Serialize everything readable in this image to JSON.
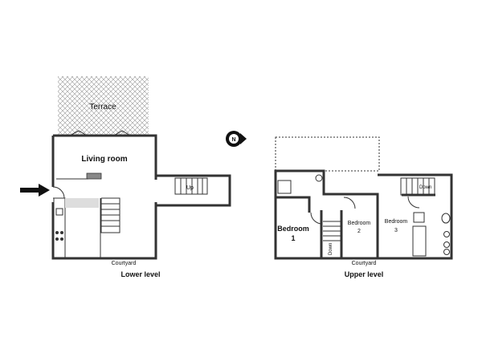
{
  "lower": {
    "terrace": "Terrace",
    "living_room": "Living room",
    "stairs_up": "Up",
    "courtyard": "Courtyard",
    "level_label": "Lower level"
  },
  "compass": {
    "letter": "N"
  },
  "upper": {
    "bedroom1": [
      "Bedroom",
      "1"
    ],
    "bedroom2": [
      "Bedroom",
      "2"
    ],
    "bedroom3": [
      "Bedroom",
      "3"
    ],
    "stairs_down_left": "Down",
    "stairs_down_right": "Down",
    "courtyard": "Courtyard",
    "level_label": "Upper level"
  }
}
